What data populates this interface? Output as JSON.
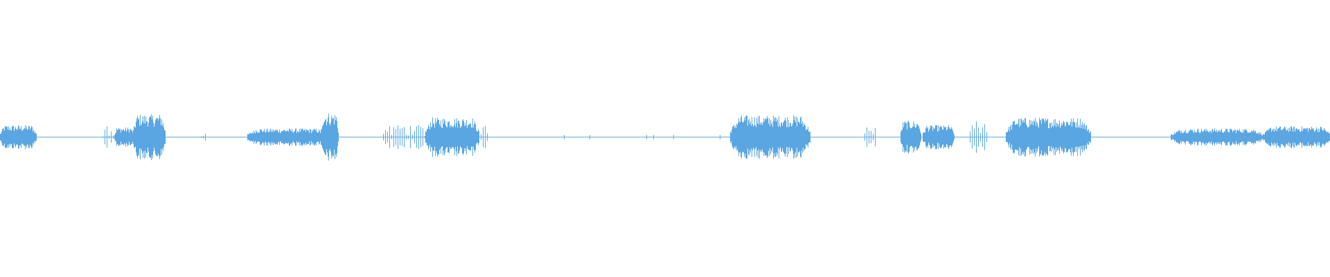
{
  "waveform": {
    "color": "#5aa6e2",
    "background": "#ffffff",
    "duration_fraction_segments": [
      {
        "start": 0.0,
        "end": 0.027,
        "amp": 0.22,
        "density": "dense"
      },
      {
        "start": 0.077,
        "end": 0.086,
        "amp": 0.2,
        "density": "sparse"
      },
      {
        "start": 0.086,
        "end": 0.1,
        "amp": 0.18,
        "density": "dense"
      },
      {
        "start": 0.1,
        "end": 0.124,
        "amp": 0.42,
        "density": "dense"
      },
      {
        "start": 0.151,
        "end": 0.155,
        "amp": 0.12,
        "density": "sparse"
      },
      {
        "start": 0.186,
        "end": 0.245,
        "amp": 0.16,
        "density": "dense"
      },
      {
        "start": 0.241,
        "end": 0.254,
        "amp": 0.45,
        "density": "dense"
      },
      {
        "start": 0.288,
        "end": 0.32,
        "amp": 0.22,
        "density": "sparse"
      },
      {
        "start": 0.32,
        "end": 0.36,
        "amp": 0.36,
        "density": "dense"
      },
      {
        "start": 0.36,
        "end": 0.366,
        "amp": 0.28,
        "density": "sparse"
      },
      {
        "start": 0.549,
        "end": 0.609,
        "amp": 0.4,
        "density": "dense"
      },
      {
        "start": 0.65,
        "end": 0.659,
        "amp": 0.22,
        "density": "sparse"
      },
      {
        "start": 0.677,
        "end": 0.692,
        "amp": 0.3,
        "density": "dense"
      },
      {
        "start": 0.694,
        "end": 0.717,
        "amp": 0.22,
        "density": "dense"
      },
      {
        "start": 0.729,
        "end": 0.742,
        "amp": 0.3,
        "density": "sparse"
      },
      {
        "start": 0.756,
        "end": 0.82,
        "amp": 0.36,
        "density": "dense"
      },
      {
        "start": 0.88,
        "end": 0.95,
        "amp": 0.16,
        "density": "dense"
      },
      {
        "start": 0.95,
        "end": 1.0,
        "amp": 0.2,
        "density": "dense"
      }
    ],
    "isolated_spikes": [
      0.424,
      0.443,
      0.486,
      0.491,
      0.506,
      0.541
    ]
  }
}
